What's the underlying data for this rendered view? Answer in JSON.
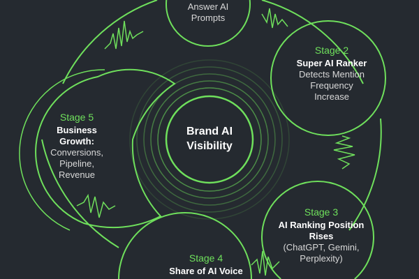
{
  "center": {
    "line1": "Brand AI",
    "line2": "Visibility"
  },
  "stages": [
    {
      "stage": "",
      "title": "",
      "body": [
        "Answer AI",
        "Prompts"
      ]
    },
    {
      "stage": "Stage 2",
      "title": "Super AI Ranker",
      "body": [
        "Detects Mention",
        "Frequency",
        "Increase"
      ]
    },
    {
      "stage": "Stage 3",
      "title": "AI Ranking Position Rises",
      "body": [
        "(ChatGPT, Gemini,",
        "Perplexity)"
      ]
    },
    {
      "stage": "Stage 4",
      "title": "Share of AI Voice",
      "body": []
    },
    {
      "stage": "Stage 5",
      "title": "Business Growth:",
      "body": [
        "Conversions,",
        "Pipeline,",
        "Revenue"
      ]
    }
  ],
  "colors": {
    "accent": "#6fe05c",
    "background": "#252a30"
  }
}
